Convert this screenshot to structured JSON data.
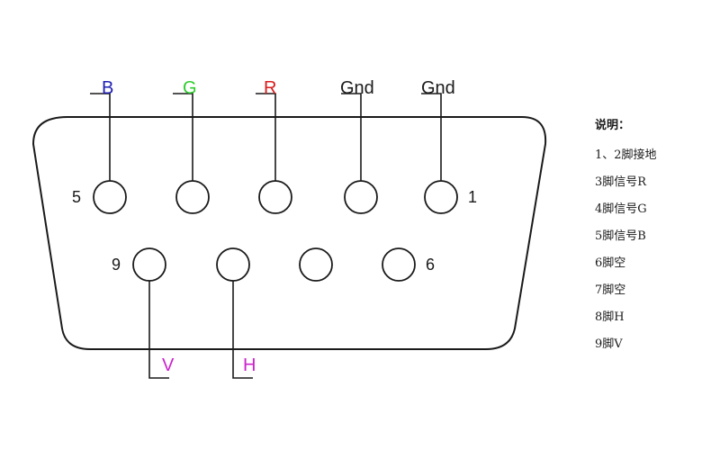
{
  "connector": {
    "pins": [
      {
        "number": "5",
        "signal": "B",
        "signal_color": "#1f1fb4"
      },
      {
        "number": "",
        "signal": "G",
        "signal_color": "#2ecc2e"
      },
      {
        "number": "",
        "signal": "R",
        "signal_color": "#d91c1c"
      },
      {
        "number": "",
        "signal": "Gnd",
        "signal_color": "#1a1a1a"
      },
      {
        "number": "1",
        "signal": "Gnd",
        "signal_color": "#1a1a1a"
      },
      {
        "number": "9",
        "signal": "V",
        "signal_color": "#cc22cc"
      },
      {
        "number": "",
        "signal": "H",
        "signal_color": "#cc22cc"
      },
      {
        "number": "",
        "signal": "",
        "signal_color": ""
      },
      {
        "number": "6",
        "signal": "",
        "signal_color": ""
      }
    ]
  },
  "legend": {
    "title": "说明：",
    "items": [
      "1、2脚接地",
      "3脚信号R",
      "4脚信号G",
      "5脚信号B",
      "6脚空",
      "7脚空",
      "8脚H",
      "9脚V"
    ]
  }
}
